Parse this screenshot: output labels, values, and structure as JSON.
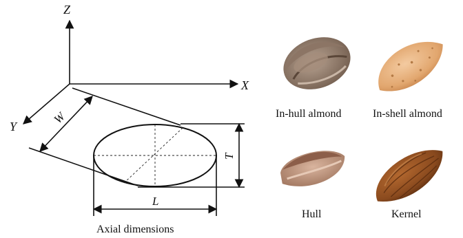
{
  "diagram": {
    "axes": {
      "z": "Z",
      "x": "X",
      "y": "Y"
    },
    "dimensions": {
      "width": "W",
      "thickness": "T",
      "length": "L"
    },
    "caption": "Axial dimensions"
  },
  "photos": [
    {
      "label": "In-hull almond",
      "icon": "in-hull-almond-photo"
    },
    {
      "label": "In-shell almond",
      "icon": "in-shell-almond-photo"
    },
    {
      "label": "Hull",
      "icon": "hull-photo"
    },
    {
      "label": "Kernel",
      "icon": "kernel-photo"
    }
  ],
  "colors": {
    "lines": "#111111",
    "in_hull_skin": "#9c8877",
    "in_shell": "#e4b27e",
    "hull": "#c79c86",
    "kernel": "#8a4a1e"
  }
}
